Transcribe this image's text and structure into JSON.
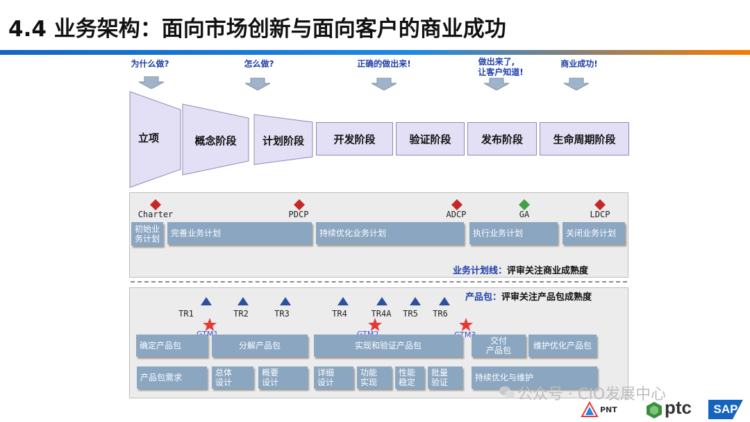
{
  "title": "4.4 业务架构：面向市场创新与面向客户的商业成功",
  "questions": [
    "为什么做?",
    "怎么做?",
    "正确的做出来!",
    "做出来了,",
    "让客户知道!",
    "商业成功!"
  ],
  "stages": [
    "立项",
    "概念阶段",
    "计划阶段",
    "开发阶段",
    "验证阶段",
    "发布阶段",
    "生命周期阶段"
  ],
  "milestones": [
    "Charter",
    "PDCP",
    "ADCP",
    "GA",
    "LDCP"
  ],
  "business_bars": [
    "初始业",
    "务计划",
    "完善业务计划",
    "持续优化业务计划",
    "执行业务计划",
    "关闭业务计划"
  ],
  "business_legend": {
    "key": "业务计划线：",
    "text": "评审关注商业成熟度"
  },
  "product_legend": {
    "key": "产品包：",
    "text": "评审关注产品包成熟度"
  },
  "tr_points": [
    "TR1",
    "TR2",
    "TR3",
    "TR4",
    "TR4A",
    "TR5",
    "TR6"
  ],
  "gtm_points": [
    "GTM1",
    "GTM2",
    "GTM3"
  ],
  "product_bars": [
    "确定产品包",
    "分解产品包",
    "实现和验证产品包",
    "交付",
    "产品包",
    "维护优化产品包"
  ],
  "sub_bars": [
    "产品包需求",
    "总体",
    "设计",
    "概要",
    "设计",
    "详细",
    "设计",
    "功能",
    "实现",
    "性能",
    "稳定",
    "批量",
    "验证",
    "持续优化与维护"
  ],
  "watermark": "公众号 · CIO发展中心",
  "logos": [
    "PNT",
    "ptc",
    "SAP"
  ],
  "colors": {
    "diamond_red": "#c62828",
    "diamond_green": "#43a047",
    "triangle": "#2e4f9e",
    "star": "#e53935",
    "bar": "#8aa6c1",
    "stage": "#e3e0f5"
  }
}
